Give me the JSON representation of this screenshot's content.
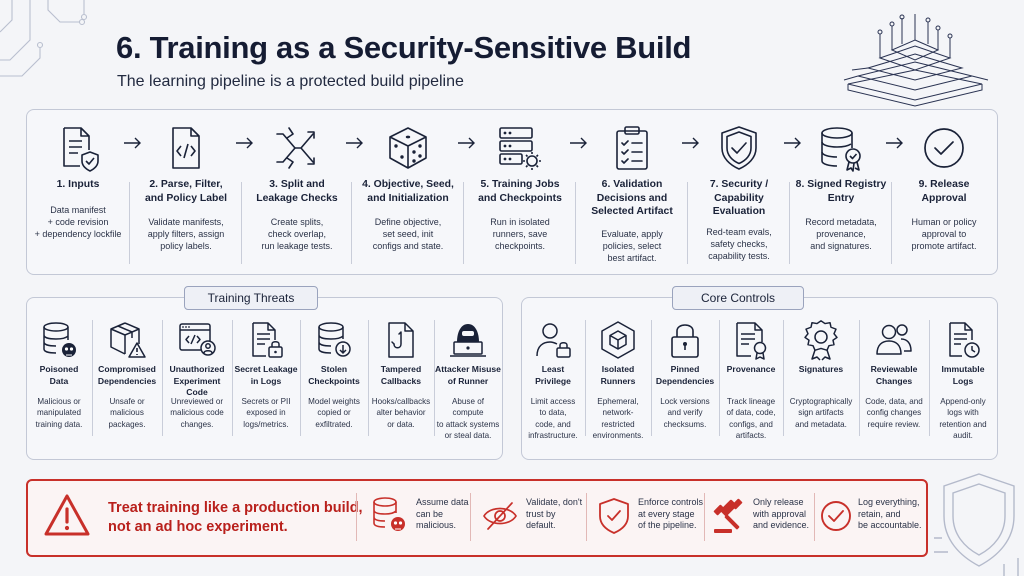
{
  "header": {
    "title": "6. Training as a Security-Sensitive Build",
    "subtitle": "The learning pipeline is a protected build pipeline"
  },
  "pipeline": {
    "stages": [
      {
        "title": "1. Inputs",
        "desc": "Data manifest\n+ code revision\n+ dependency lockfile",
        "icon": "document-shield-icon"
      },
      {
        "title": "2. Parse, Filter,\nand Policy Label",
        "desc": "Validate manifests,\napply filters, assign\npolicy labels.",
        "icon": "code-file-icon"
      },
      {
        "title": "3. Split and\nLeakage Checks",
        "desc": "Create splits,\ncheck overlap,\nrun leakage tests.",
        "icon": "split-arrows-icon"
      },
      {
        "title": "4. Objective, Seed,\nand Initialization",
        "desc": "Define objective,\nset seed, init\nconfigs and state.",
        "icon": "dice-icon"
      },
      {
        "title": "5. Training Jobs\nand Checkpoints",
        "desc": "Run in isolated\nrunners, save\ncheckpoints.",
        "icon": "server-gear-icon"
      },
      {
        "title": "6. Validation\nDecisions and\nSelected Artifact",
        "desc": "Evaluate, apply\npolicies, select\nbest artifact.",
        "icon": "clipboard-checklist-icon"
      },
      {
        "title": "7. Security /\nCapability\nEvaluation",
        "desc": "Red-team evals,\nsafety checks,\ncapability tests.",
        "icon": "shield-check-icon"
      },
      {
        "title": "8. Signed Registry\nEntry",
        "desc": "Record metadata,\nprovenance,\nand signatures.",
        "icon": "database-badge-icon"
      },
      {
        "title": "9. Release\nApproval",
        "desc": "Human or policy\napproval to\npromote artifact.",
        "icon": "check-circle-icon"
      }
    ]
  },
  "threats": {
    "heading": "Training Threats",
    "items": [
      {
        "title": "Poisoned\nData",
        "desc": "Malicious or\nmanipulated\ntraining data.",
        "icon": "database-skull-icon"
      },
      {
        "title": "Compromised\nDependencies",
        "desc": "Unsafe or\nmalicious\npackages.",
        "icon": "package-warning-icon"
      },
      {
        "title": "Unauthorized\nExperiment Code",
        "desc": "Unreviewed or\nmalicious code\nchanges.",
        "icon": "code-window-user-icon"
      },
      {
        "title": "Secret Leakage\nin Logs",
        "desc": "Secrets or PII\nexposed in\nlogs/metrics.",
        "icon": "log-lock-icon"
      },
      {
        "title": "Stolen\nCheckpoints",
        "desc": "Model weights\ncopied or\nexfiltrated.",
        "icon": "database-download-icon"
      },
      {
        "title": "Tampered\nCallbacks",
        "desc": "Hooks/callbacks\nalter behavior\nor data.",
        "icon": "file-hook-icon"
      },
      {
        "title": "Attacker Misuse\nof Runner",
        "desc": "Abuse of compute\nto attack systems\nor steal data.",
        "icon": "hacker-laptop-icon"
      }
    ]
  },
  "controls": {
    "heading": "Core Controls",
    "items": [
      {
        "title": "Least\nPrivilege",
        "desc": "Limit access\nto data,\ncode, and\ninfrastructure.",
        "icon": "user-lock-icon"
      },
      {
        "title": "Isolated\nRunners",
        "desc": "Ephemeral,\nnetwork-\nrestricted\nenvironments.",
        "icon": "hexagon-cube-icon"
      },
      {
        "title": "Pinned\nDependencies",
        "desc": "Lock versions\nand verify\nchecksums.",
        "icon": "padlock-icon"
      },
      {
        "title": "Provenance",
        "desc": "Track lineage\nof data, code,\nconfigs, and\nartifacts.",
        "icon": "certificate-icon"
      },
      {
        "title": "Signatures",
        "desc": "Cryptographically\nsign artifacts\nand metadata.",
        "icon": "seal-badge-icon"
      },
      {
        "title": "Reviewable\nChanges",
        "desc": "Code, data, and\nconfig changes\nrequire review.",
        "icon": "users-review-icon"
      },
      {
        "title": "Immutable\nLogs",
        "desc": "Append-only\nlogs with\nretention and\naudit.",
        "icon": "log-clock-icon"
      }
    ]
  },
  "callout": {
    "headline": "Treat training like a production build,\nnot an ad hoc experiment.",
    "items": [
      {
        "text": "Assume data\ncan be\nmalicious.",
        "icon": "database-skull-icon"
      },
      {
        "text": "Validate, don't\ntrust by\ndefault.",
        "icon": "eye-slash-icon"
      },
      {
        "text": "Enforce controls\nat every stage\nof the pipeline.",
        "icon": "shield-check-icon"
      },
      {
        "text": "Only release\nwith approval\nand evidence.",
        "icon": "gavel-icon"
      },
      {
        "text": "Log everything,\nretain, and\nbe accountable.",
        "icon": "check-circle-icon"
      }
    ]
  },
  "colors": {
    "ink": "#1a2238",
    "accent_red": "#c8302a",
    "border": "#c3c8d6"
  }
}
